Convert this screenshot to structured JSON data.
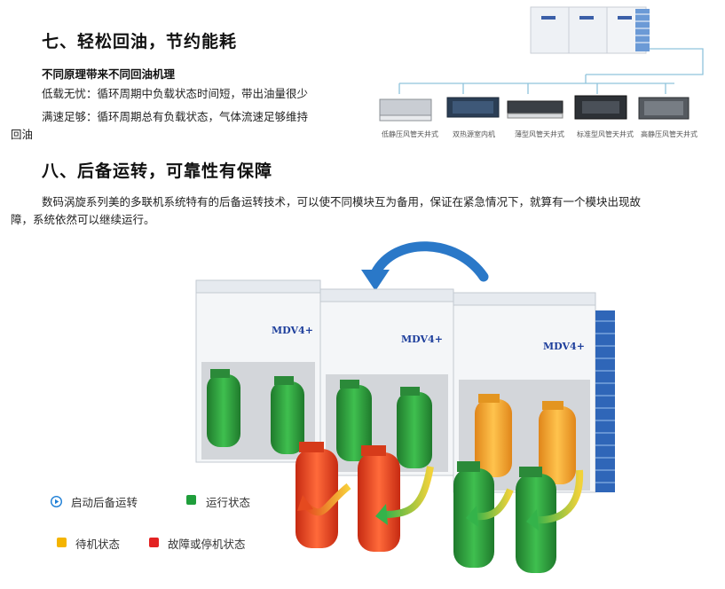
{
  "section7": {
    "title": "七、轻松回油，节约能耗",
    "subtitle": "不同原理带来不同回油机理",
    "line1": "低载无忧：循环周期中负载状态时间短，带出油量很少",
    "line2a": "满速足够：循环周期总有负载状态，气体流速足够维持",
    "line2b": "回油"
  },
  "indoor_units": [
    {
      "label": "低静压风管天井式"
    },
    {
      "label": "双热源室内机"
    },
    {
      "label": "薄型风管天井式"
    },
    {
      "label": "标准型风管天井式"
    },
    {
      "label": "高静压风管天井式"
    }
  ],
  "section8": {
    "title": "八、后备运转，可靠性有保障",
    "para_line1": "数码涡旋系列美的多联机系统特有的后备运转技术，可以使不同模块互为备用，保证在紧急情况下，就算有一个模块出现故",
    "para_line2": "障，系统依然可以继续运行。"
  },
  "brand": {
    "logo": "MDV4+"
  },
  "legend": [
    {
      "label": "启动后备运转",
      "color": "#1e7fd6",
      "icon": "play-circle-icon"
    },
    {
      "label": "运行状态",
      "color": "#1f9e3b"
    },
    {
      "label": "待机状态",
      "color": "#f4b400"
    },
    {
      "label": "故障或停机状态",
      "color": "#e32222"
    }
  ],
  "colors": {
    "green": "#2ea043",
    "orange": "#f6a623",
    "red": "#e2371c",
    "arrow_blue": "#2a78c8"
  }
}
